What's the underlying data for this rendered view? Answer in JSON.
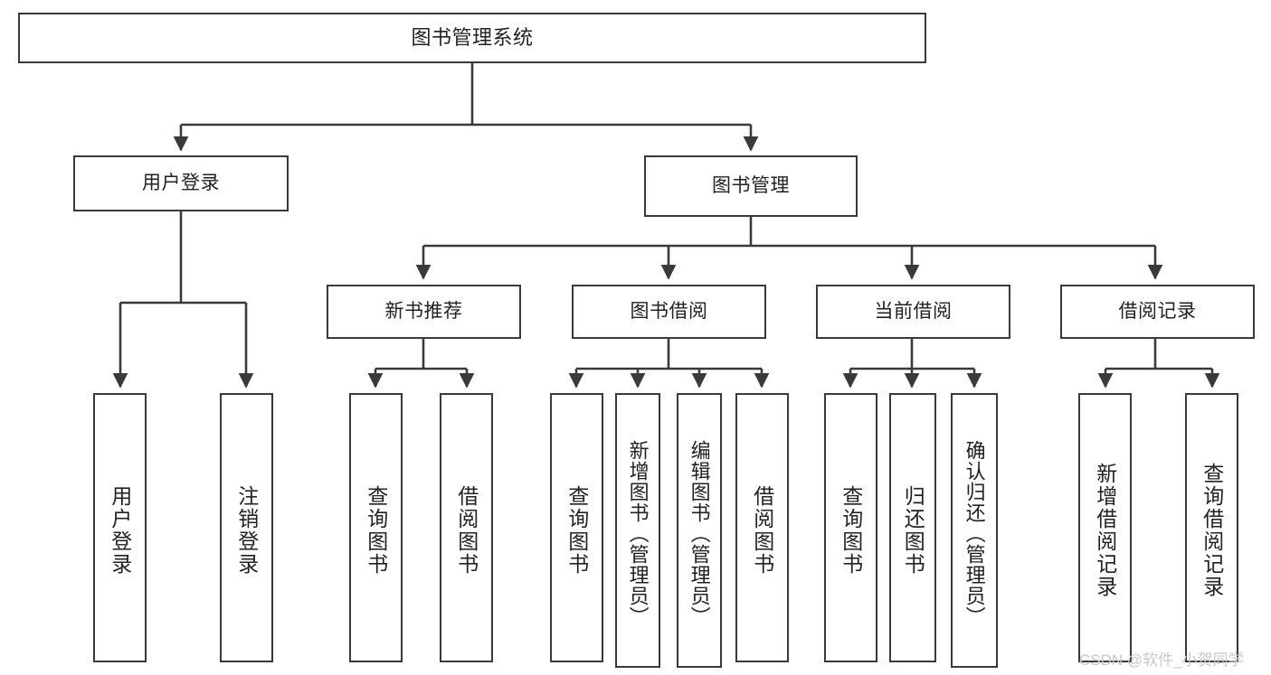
{
  "diagram": {
    "type": "tree",
    "title": "图书管理系统",
    "background": "#ffffff",
    "line_color": "#3a3a3a",
    "text_color": "#222222",
    "levels": 4,
    "root": {
      "label": "图书管理系统",
      "children": [
        {
          "label": "用户登录",
          "children": [
            {
              "label": "用户登录"
            },
            {
              "label": "注销登录"
            }
          ]
        },
        {
          "label": "图书管理",
          "children": [
            {
              "label": "新书推荐",
              "children": [
                {
                  "label": "查询图书"
                },
                {
                  "label": "借阅图书"
                }
              ]
            },
            {
              "label": "图书借阅",
              "children": [
                {
                  "label": "查询图书"
                },
                {
                  "label": "新增图书（管理员）"
                },
                {
                  "label": "编辑图书（管理员）"
                },
                {
                  "label": "借阅图书"
                }
              ]
            },
            {
              "label": "当前借阅",
              "children": [
                {
                  "label": "查询图书"
                },
                {
                  "label": "归还图书"
                },
                {
                  "label": "确认归还（管理员）"
                }
              ]
            },
            {
              "label": "借阅记录",
              "children": [
                {
                  "label": "新增借阅记录"
                },
                {
                  "label": "查询借阅记录"
                }
              ]
            }
          ]
        }
      ]
    }
  },
  "nodes": {
    "root": "图书管理系统",
    "user_login": "用户登录",
    "book_manage": "图书管理",
    "new_book_rec": "新书推荐",
    "book_borrow": "图书借阅",
    "current_borrow": "当前借阅",
    "borrow_record": "借阅记录",
    "leaf_user_login": "用户登录",
    "leaf_logout": "注销登录",
    "leaf_rec_query": "查询图书",
    "leaf_rec_borrow": "借阅图书",
    "leaf_borrow_query": "查询图书",
    "leaf_borrow_add": "新增图书（管理员）",
    "leaf_borrow_edit": "编辑图书（管理员）",
    "leaf_borrow_borrow": "借阅图书",
    "leaf_cur_query": "查询图书",
    "leaf_cur_return": "归还图书",
    "leaf_cur_confirm": "确认归还（管理员）",
    "leaf_rec_add": "新增借阅记录",
    "leaf_rec_search": "查询借阅记录"
  },
  "watermark": {
    "text": "CSDN @软件_小贺同学",
    "color": "#c9c9c9"
  }
}
